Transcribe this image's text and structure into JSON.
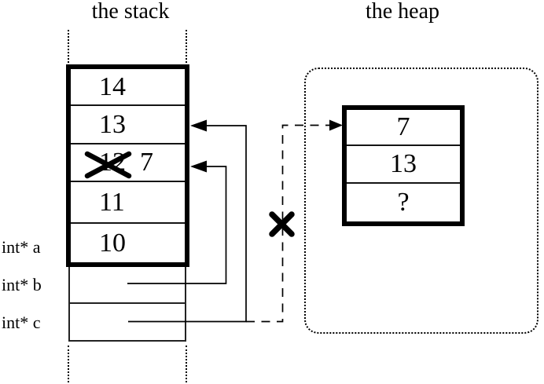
{
  "page": {
    "background": "#ffffff",
    "ink": "#000000"
  },
  "titles": {
    "stack": "the stack",
    "heap": "the heap"
  },
  "stack": {
    "cells": [
      {
        "value": "14"
      },
      {
        "value": "13"
      },
      {
        "old_value": "12",
        "new_value": "7",
        "crossed_out": true
      },
      {
        "value": "11"
      },
      {
        "value": "10"
      }
    ],
    "pointer_labels": [
      "int* a",
      "int* b",
      "int* c"
    ]
  },
  "heap": {
    "cells": [
      "7",
      "13",
      "?"
    ]
  }
}
